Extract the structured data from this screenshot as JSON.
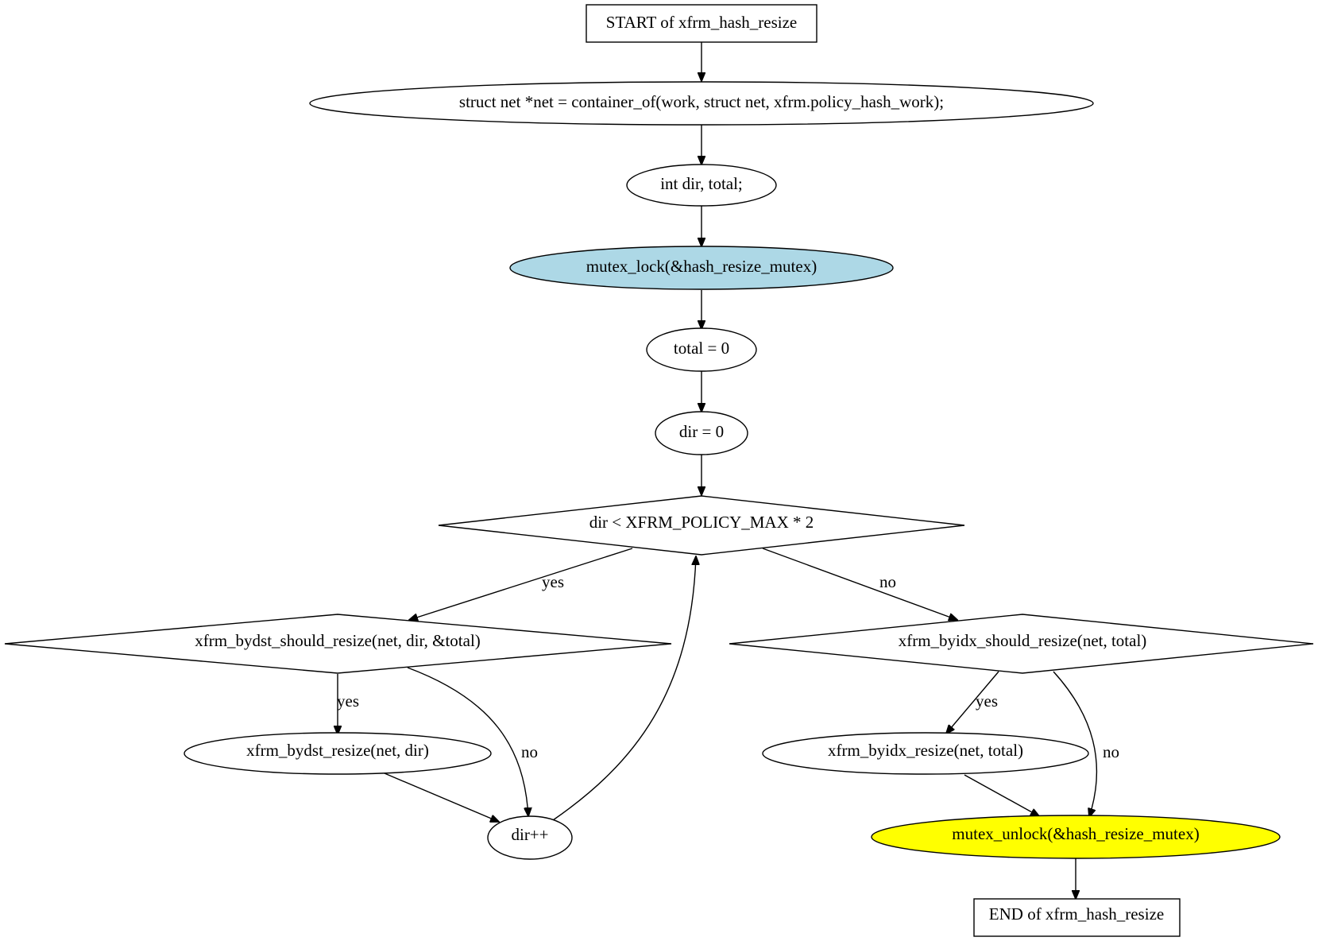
{
  "diagram": {
    "nodes": {
      "start": {
        "label": "START of xfrm_hash_resize",
        "shape": "box",
        "fill": "#ffffff"
      },
      "net_decl": {
        "label": "struct net *net = container_of(work, struct net, xfrm.policy_hash_work);",
        "shape": "ellipse",
        "fill": "#ffffff"
      },
      "int_decl": {
        "label": "int dir, total;",
        "shape": "ellipse",
        "fill": "#ffffff"
      },
      "mutex_lock": {
        "label": "mutex_lock(&hash_resize_mutex)",
        "shape": "ellipse",
        "fill": "#add8e6"
      },
      "total_zero": {
        "label": "total = 0",
        "shape": "ellipse",
        "fill": "#ffffff"
      },
      "dir_zero": {
        "label": "dir = 0",
        "shape": "ellipse",
        "fill": "#ffffff"
      },
      "loop_cond": {
        "label": "dir < XFRM_POLICY_MAX * 2",
        "shape": "diamond",
        "fill": "#ffffff"
      },
      "bydst_should": {
        "label": "xfrm_bydst_should_resize(net, dir, &total)",
        "shape": "diamond",
        "fill": "#ffffff"
      },
      "byidx_should": {
        "label": "xfrm_byidx_should_resize(net, total)",
        "shape": "diamond",
        "fill": "#ffffff"
      },
      "bydst_resize": {
        "label": "xfrm_bydst_resize(net, dir)",
        "shape": "ellipse",
        "fill": "#ffffff"
      },
      "byidx_resize": {
        "label": "xfrm_byidx_resize(net, total)",
        "shape": "ellipse",
        "fill": "#ffffff"
      },
      "dir_inc": {
        "label": "dir++",
        "shape": "ellipse",
        "fill": "#ffffff"
      },
      "mutex_unlock": {
        "label": "mutex_unlock(&hash_resize_mutex)",
        "shape": "ellipse",
        "fill": "#ffff00"
      },
      "end": {
        "label": "END of xfrm_hash_resize",
        "shape": "box",
        "fill": "#ffffff"
      }
    },
    "edges": [
      {
        "from": "start",
        "to": "net_decl",
        "label": ""
      },
      {
        "from": "net_decl",
        "to": "int_decl",
        "label": ""
      },
      {
        "from": "int_decl",
        "to": "mutex_lock",
        "label": ""
      },
      {
        "from": "mutex_lock",
        "to": "total_zero",
        "label": ""
      },
      {
        "from": "total_zero",
        "to": "dir_zero",
        "label": ""
      },
      {
        "from": "dir_zero",
        "to": "loop_cond",
        "label": ""
      },
      {
        "from": "loop_cond",
        "to": "bydst_should",
        "label": "yes"
      },
      {
        "from": "loop_cond",
        "to": "byidx_should",
        "label": "no"
      },
      {
        "from": "bydst_should",
        "to": "bydst_resize",
        "label": "yes"
      },
      {
        "from": "bydst_should",
        "to": "dir_inc",
        "label": "no"
      },
      {
        "from": "bydst_resize",
        "to": "dir_inc",
        "label": ""
      },
      {
        "from": "dir_inc",
        "to": "loop_cond",
        "label": ""
      },
      {
        "from": "byidx_should",
        "to": "byidx_resize",
        "label": "yes"
      },
      {
        "from": "byidx_should",
        "to": "mutex_unlock",
        "label": "no"
      },
      {
        "from": "byidx_resize",
        "to": "mutex_unlock",
        "label": ""
      },
      {
        "from": "mutex_unlock",
        "to": "end",
        "label": ""
      }
    ]
  }
}
